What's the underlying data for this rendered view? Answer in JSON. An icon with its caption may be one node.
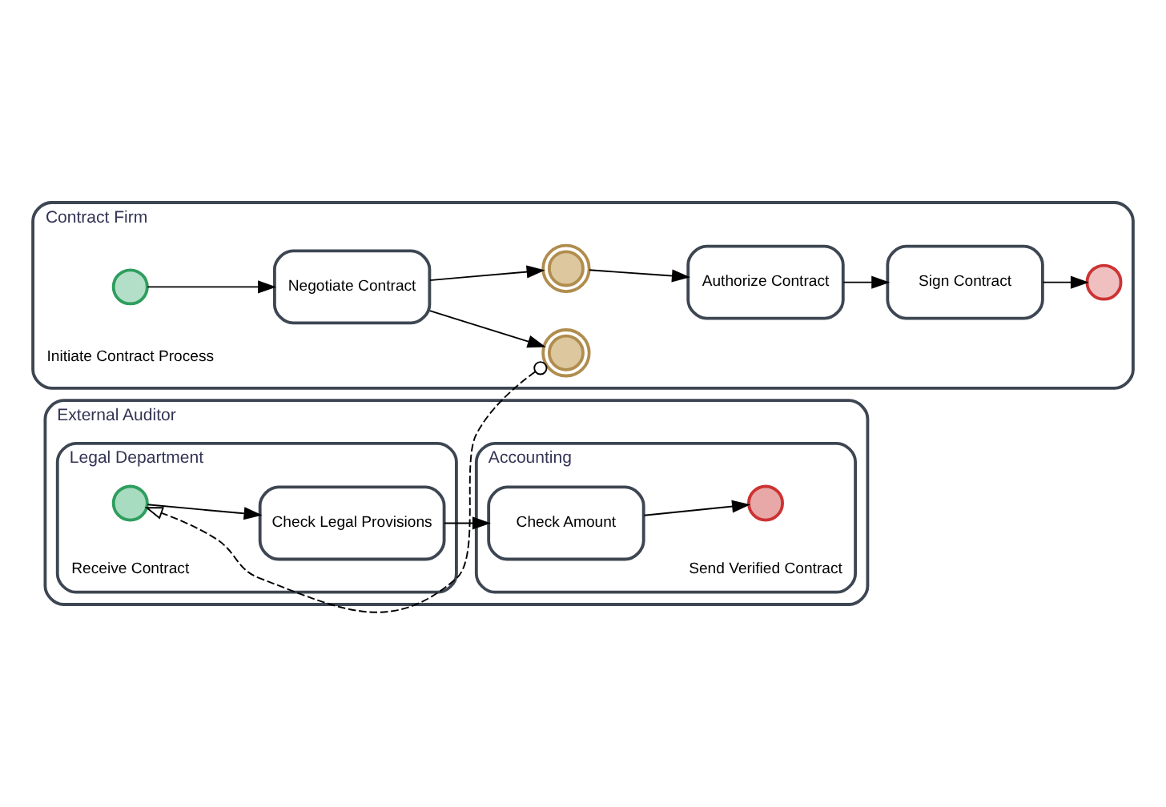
{
  "diagram": {
    "nodes": [
      {
        "text": [
          "Contract Firm"
        ]
      },
      {
        "text": [],
        "shape": "circle",
        "in": 0,
        "beside": [
          "Initiate Contract Process"
        ]
      },
      {
        "text": [
          "Negotiate Contract"
        ],
        "in": 0
      },
      {
        "text": [],
        "shape": "circle",
        "in": 0
      },
      {
        "text": [],
        "shape": "circle",
        "in": 0
      },
      {
        "text": [
          "Authorize Contract"
        ],
        "in": 0
      },
      {
        "text": [
          "Sign Contract"
        ],
        "in": 0
      },
      {
        "text": [],
        "shape": "circle",
        "in": 0
      },
      {
        "text": [
          "External Auditor"
        ]
      },
      {
        "text": [
          "Legal Department"
        ],
        "in": 8
      },
      {
        "text": [],
        "shape": "circle",
        "in": 9,
        "beside": [
          "Receive Contract"
        ]
      },
      {
        "text": [
          "Check Legal Provisions"
        ],
        "in": 9
      },
      {
        "text": [
          "Accounting"
        ],
        "in": 8
      },
      {
        "text": [
          "Check Amount"
        ],
        "in": 12
      },
      {
        "text": [],
        "shape": "circle",
        "in": 12,
        "beside": [
          "Send Verified Contract"
        ]
      }
    ],
    "edges": [
      {
        "from": 1,
        "to": 2,
        "arrow": "to"
      },
      {
        "from": 2,
        "to": 3,
        "arrow": "to"
      },
      {
        "from": 2,
        "to": 4,
        "arrow": "to"
      },
      {
        "from": 4,
        "to": 5,
        "arrow": "to"
      },
      {
        "from": 5,
        "to": 6,
        "arrow": "to"
      },
      {
        "from": 6,
        "to": 7,
        "arrow": "to"
      },
      {
        "from": 3,
        "to": 10,
        "arrow": "to",
        "style": "dashed"
      },
      {
        "from": 10,
        "to": 11,
        "arrow": "to"
      },
      {
        "from": 11,
        "to": 13,
        "arrow": "to"
      },
      {
        "from": 13,
        "to": 14,
        "arrow": "to"
      }
    ]
  }
}
